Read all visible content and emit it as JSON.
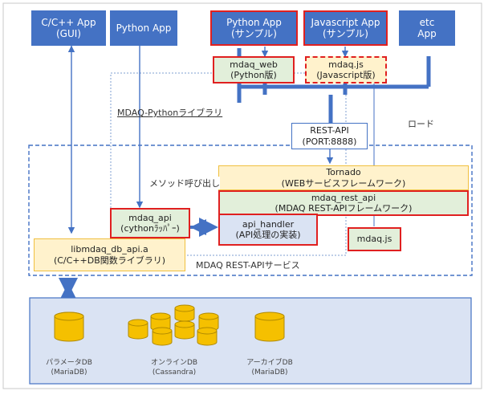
{
  "apps": {
    "cpp": {
      "line1": "C/C++ App",
      "line2": "(GUI)"
    },
    "python": {
      "line1": "Python App"
    },
    "python_sample": {
      "line1": "Python App",
      "line2": "(サンプル)"
    },
    "js_sample": {
      "line1": "Javascript App",
      "line2": "(サンプル)"
    },
    "etc": {
      "line1": "etc",
      "line2": "App"
    }
  },
  "libs": {
    "mdaq_web": {
      "line1": "mdaq_web",
      "line2": "(Python版)"
    },
    "mdaq_js": {
      "line1": "mdaq.js",
      "line2": "(Javascript版)"
    },
    "mdaq_api": {
      "line1": "mdaq_api",
      "line2": "(cythonﾗｯﾊﾟｰ)"
    },
    "libmdaq": {
      "line1": "libmdaq_db_api.a",
      "line2": "(C/C++DB関数ライブラリ)"
    },
    "tornado": {
      "line1": "Tornado",
      "line2": "(WEBサービスフレームワーク)"
    },
    "rest_api_fw": {
      "line1": "mdaq_rest_api",
      "line2": "(MDAQ REST-APIフレームワーク)"
    },
    "api_handler": {
      "line1": "api_handler",
      "line2": "(API処理の実装)"
    },
    "mdaq_js_server": {
      "line1": "mdaq.js"
    },
    "rest_api": {
      "line1": "REST-API",
      "line2": "(PORT:8888)"
    }
  },
  "labels": {
    "python_library": "MDAQ-Pythonライブラリ",
    "load": "ロード",
    "method_call": "メソッド呼び出し",
    "service": "MDAQ REST-APIサービス"
  },
  "databases": {
    "param": {
      "line1": "パラメータDB",
      "line2": "(MariaDB)"
    },
    "online": {
      "line1": "オンラインDB",
      "line2": "(Cassandra)"
    },
    "archive": {
      "line1": "アーカイブDB",
      "line2": "(MariaDB)"
    }
  },
  "colors": {
    "app_blue": "#4472c4",
    "red_border": "#e02020",
    "green_fill": "#e2efda",
    "yellow_fill": "#fff2cc",
    "db_panel": "#dae3f3",
    "db_gold": "#f5c000"
  }
}
